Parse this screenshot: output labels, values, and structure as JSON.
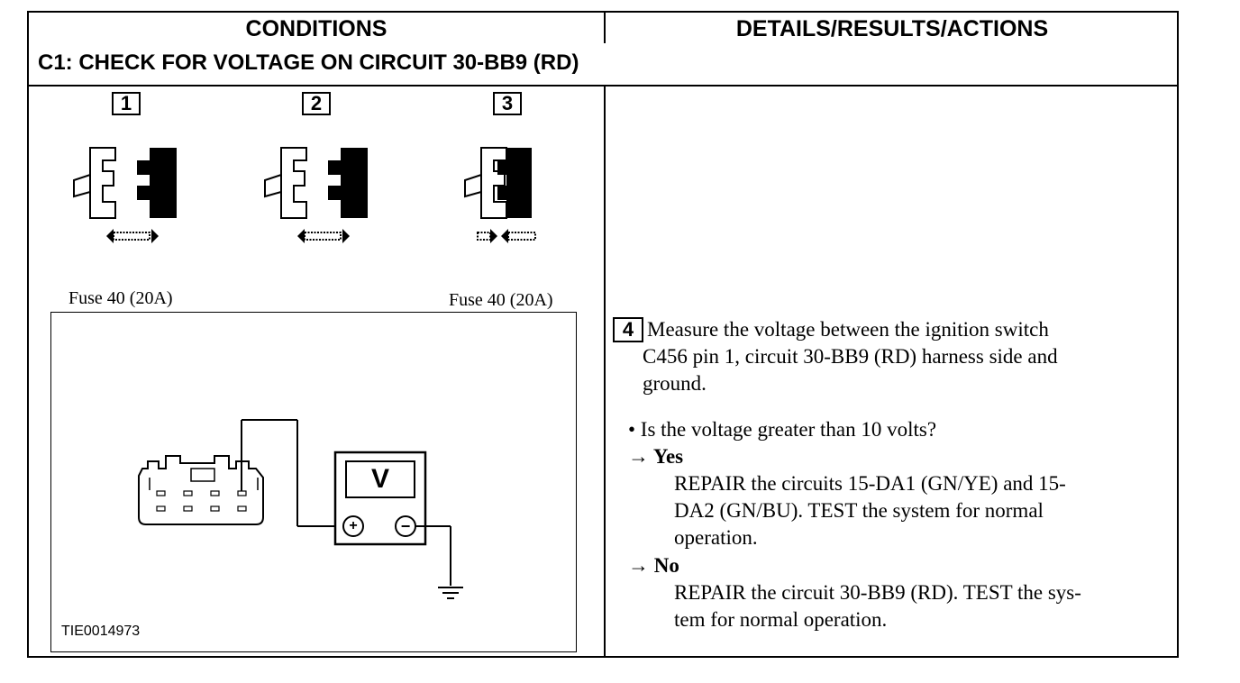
{
  "header": {
    "conditions": "CONDITIONS",
    "details": "DETAILS/RESULTS/ACTIONS"
  },
  "section": {
    "title": "C1: CHECK FOR VOLTAGE ON CIRCUIT 30-BB9 (RD)"
  },
  "steps": {
    "s1": "1",
    "s2": "2",
    "s3": "3",
    "s4": "4"
  },
  "labels": {
    "fuse_left": "Fuse 40 (20A)",
    "fuse_right": "Fuse 40 (20A)",
    "figure_id": "TIE0014973",
    "meter": "V",
    "plus": "+",
    "minus": "−"
  },
  "details": {
    "measure_line1": "Measure the voltage between the ignition switch",
    "measure_line2": "C456 pin 1, circuit 30-BB9 (RD) harness side and",
    "measure_line3": "ground.",
    "question": "• Is the voltage greater than 10 volts?",
    "yes_label": "→ Yes",
    "yes_line1": "REPAIR the circuits 15-DA1 (GN/YE) and 15-",
    "yes_line2": "DA2 (GN/BU). TEST the system for normal",
    "yes_line3": "operation.",
    "no_label": "→ No",
    "no_line1": "REPAIR the circuit 30-BB9 (RD). TEST the sys-",
    "no_line2": "tem for normal operation."
  }
}
